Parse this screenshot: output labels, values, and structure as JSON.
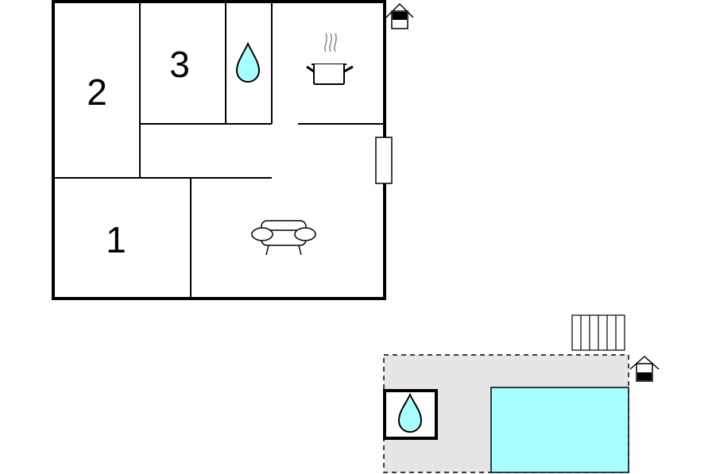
{
  "rooms": [
    {
      "label": "2"
    },
    {
      "label": "3"
    },
    {
      "label": "1"
    }
  ],
  "icons": {
    "entrance": "house-entrance-icon",
    "bathroom": "water-drop-icon",
    "kitchen": "cooking-pot-icon",
    "living": "sofa-icon",
    "window": "window-icon",
    "steps": "steps-icon",
    "outdoor_shower": "water-drop-icon",
    "pool": "swimming-pool",
    "terrace": "terrace"
  },
  "colors": {
    "wall": "#000000",
    "water": "#a8ffff",
    "terrace": "#e6e6e6",
    "pool": "#a8ffff"
  }
}
